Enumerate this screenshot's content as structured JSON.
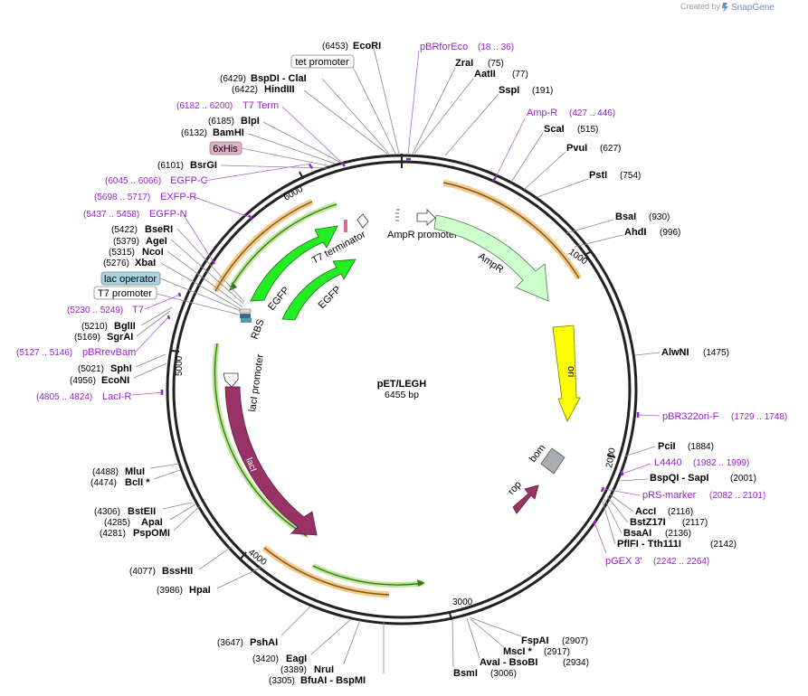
{
  "watermark": {
    "created_by": "Created by",
    "brand": "SnapGene"
  },
  "plasmid": {
    "name": "pET/LEGH",
    "length": "6455 bp"
  },
  "ticks": [
    "1000",
    "2000",
    "3000",
    "4000",
    "5000",
    "6000"
  ],
  "features": {
    "ampr_promoter": "AmpR promoter",
    "ampr": "AmpR",
    "ori": "ori",
    "bom": "bom",
    "rop": "rop",
    "laci": "lacI",
    "laci_promoter": "lacI promoter",
    "rbs": "RBS",
    "egfp1": "EGFP",
    "egfp2": "EGFP",
    "t7_terminator": "T7 terminator",
    "tet_promoter": "tet promoter",
    "six_his": "6xHis",
    "lac_operator": "lac operator",
    "t7_promoter": "T7 promoter"
  },
  "sites": [
    {
      "pos": "(6453)",
      "name": "EcoRI"
    },
    {
      "pos": "(75)",
      "name": "ZraI"
    },
    {
      "pos": "(77)",
      "name": "AatII"
    },
    {
      "pos": "(191)",
      "name": "SspI"
    },
    {
      "pos": "(515)",
      "name": "ScaI"
    },
    {
      "pos": "(627)",
      "name": "PvuI"
    },
    {
      "pos": "(754)",
      "name": "PstI"
    },
    {
      "pos": "(930)",
      "name": "BsaI"
    },
    {
      "pos": "(996)",
      "name": "AhdI"
    },
    {
      "pos": "(1475)",
      "name": "AlwNI"
    },
    {
      "pos": "(1884)",
      "name": "PciI"
    },
    {
      "pos": "(2001)",
      "name": "BspQI  -  SapI"
    },
    {
      "pos": "(2116)",
      "name": "AccI"
    },
    {
      "pos": "(2117)",
      "name": "BstZ17I"
    },
    {
      "pos": "(2136)",
      "name": "BsaAI"
    },
    {
      "pos": "(2142)",
      "name": "PflFI  -  Tth111I"
    },
    {
      "pos": "(2907)",
      "name": "FspAI"
    },
    {
      "pos": "(2917)",
      "name": "MscI *"
    },
    {
      "pos": "(2934)",
      "name": "AvaI  -  BsoBI"
    },
    {
      "pos": "(3006)",
      "name": "BsmI"
    },
    {
      "pos": "(3305)",
      "name": "BfuAI  -  BspMI"
    },
    {
      "pos": "(3389)",
      "name": "NruI"
    },
    {
      "pos": "(3420)",
      "name": "EagI"
    },
    {
      "pos": "(3647)",
      "name": "PshAI"
    },
    {
      "pos": "(3986)",
      "name": "HpaI"
    },
    {
      "pos": "(4077)",
      "name": "BssHII"
    },
    {
      "pos": "(4281)",
      "name": "PspOMI"
    },
    {
      "pos": "(4285)",
      "name": "ApaI"
    },
    {
      "pos": "(4306)",
      "name": "BstEII"
    },
    {
      "pos": "(4474)",
      "name": "BclI *"
    },
    {
      "pos": "(4488)",
      "name": "MluI"
    },
    {
      "pos": "(4956)",
      "name": "EcoNI"
    },
    {
      "pos": "(5021)",
      "name": "SphI"
    },
    {
      "pos": "(5169)",
      "name": "SgrAI"
    },
    {
      "pos": "(5210)",
      "name": "BglII"
    },
    {
      "pos": "(5276)",
      "name": "XbaI"
    },
    {
      "pos": "(5315)",
      "name": "NcoI"
    },
    {
      "pos": "(5379)",
      "name": "AgeI"
    },
    {
      "pos": "(5422)",
      "name": "BseRI"
    },
    {
      "pos": "(6101)",
      "name": "BsrGI"
    },
    {
      "pos": "(6132)",
      "name": "BamHI"
    },
    {
      "pos": "(6185)",
      "name": "BlpI"
    },
    {
      "pos": "(6422)",
      "name": "HindIII"
    },
    {
      "pos": "(6429)",
      "name": "BspDI  -  ClaI"
    }
  ],
  "primers": [
    {
      "name": "pBRforEco",
      "range": "(18 .. 36)"
    },
    {
      "name": "Amp-R",
      "range": "(427 .. 446)"
    },
    {
      "name": "pBR322ori-F",
      "range": "(1729 .. 1748)"
    },
    {
      "name": "L4440",
      "range": "(1982 .. 1999)"
    },
    {
      "name": "pRS-marker",
      "range": "(2082 .. 2101)"
    },
    {
      "name": "pGEX 3'",
      "range": "(2242 .. 2264)"
    },
    {
      "name": "LacI-R",
      "range": "(4805 .. 4824)"
    },
    {
      "name": "pBRrevBam",
      "range": "(5127 .. 5146)"
    },
    {
      "name": "T7",
      "range": "(5230 .. 5249)"
    },
    {
      "name": "EGFP-N",
      "range": "(5437 .. 5458)"
    },
    {
      "name": "EXFP-R",
      "range": "(5698 .. 5717)"
    },
    {
      "name": "EGFP-C",
      "range": "(6045 .. 6066)"
    },
    {
      "name": "T7 Term",
      "range": "(6182 .. 6200)"
    }
  ],
  "colors": {
    "ampr": "#ccffcc",
    "ori": "#ffff00",
    "laci": "#993366",
    "egfp": "#22ee22",
    "orf_glow": "#f5c98a",
    "primer": "#9a1fd0"
  }
}
